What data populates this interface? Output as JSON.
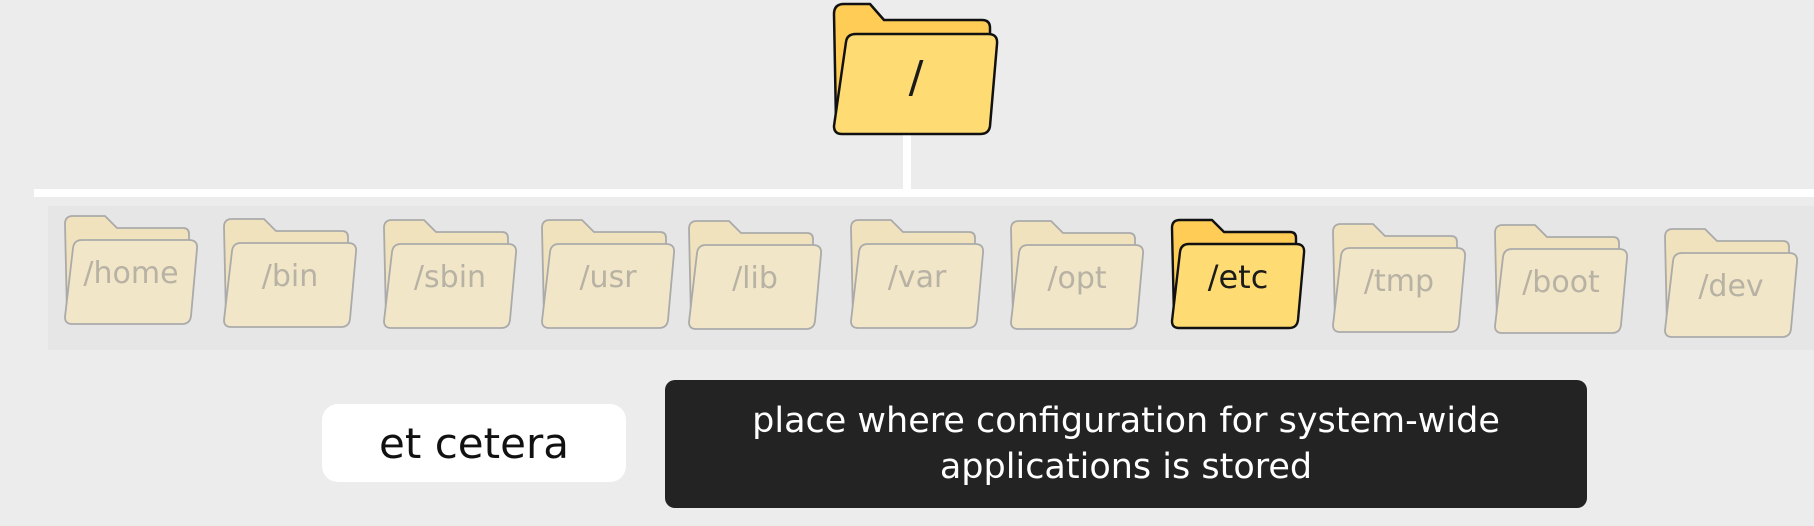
{
  "root": {
    "label": "/"
  },
  "directories": [
    {
      "label": "/home",
      "highlighted": false
    },
    {
      "label": "/bin",
      "highlighted": false
    },
    {
      "label": "/sbin",
      "highlighted": false
    },
    {
      "label": "/usr",
      "highlighted": false
    },
    {
      "label": "/lib",
      "highlighted": false
    },
    {
      "label": "/var",
      "highlighted": false
    },
    {
      "label": "/opt",
      "highlighted": false
    },
    {
      "label": "/etc",
      "highlighted": true
    },
    {
      "label": "/tmp",
      "highlighted": false
    },
    {
      "label": "/boot",
      "highlighted": false
    },
    {
      "label": "/dev",
      "highlighted": false
    }
  ],
  "term": "et cetera",
  "description": "place where configuration for system-wide applications is stored",
  "colors": {
    "background": "#ececec",
    "folder_active_front": "#ffdc73",
    "folder_active_back": "#ffcc55",
    "folder_dim_front": "#f1e6c8",
    "folder_dim_back": "#f0e2bd",
    "description_box": "#232323"
  }
}
